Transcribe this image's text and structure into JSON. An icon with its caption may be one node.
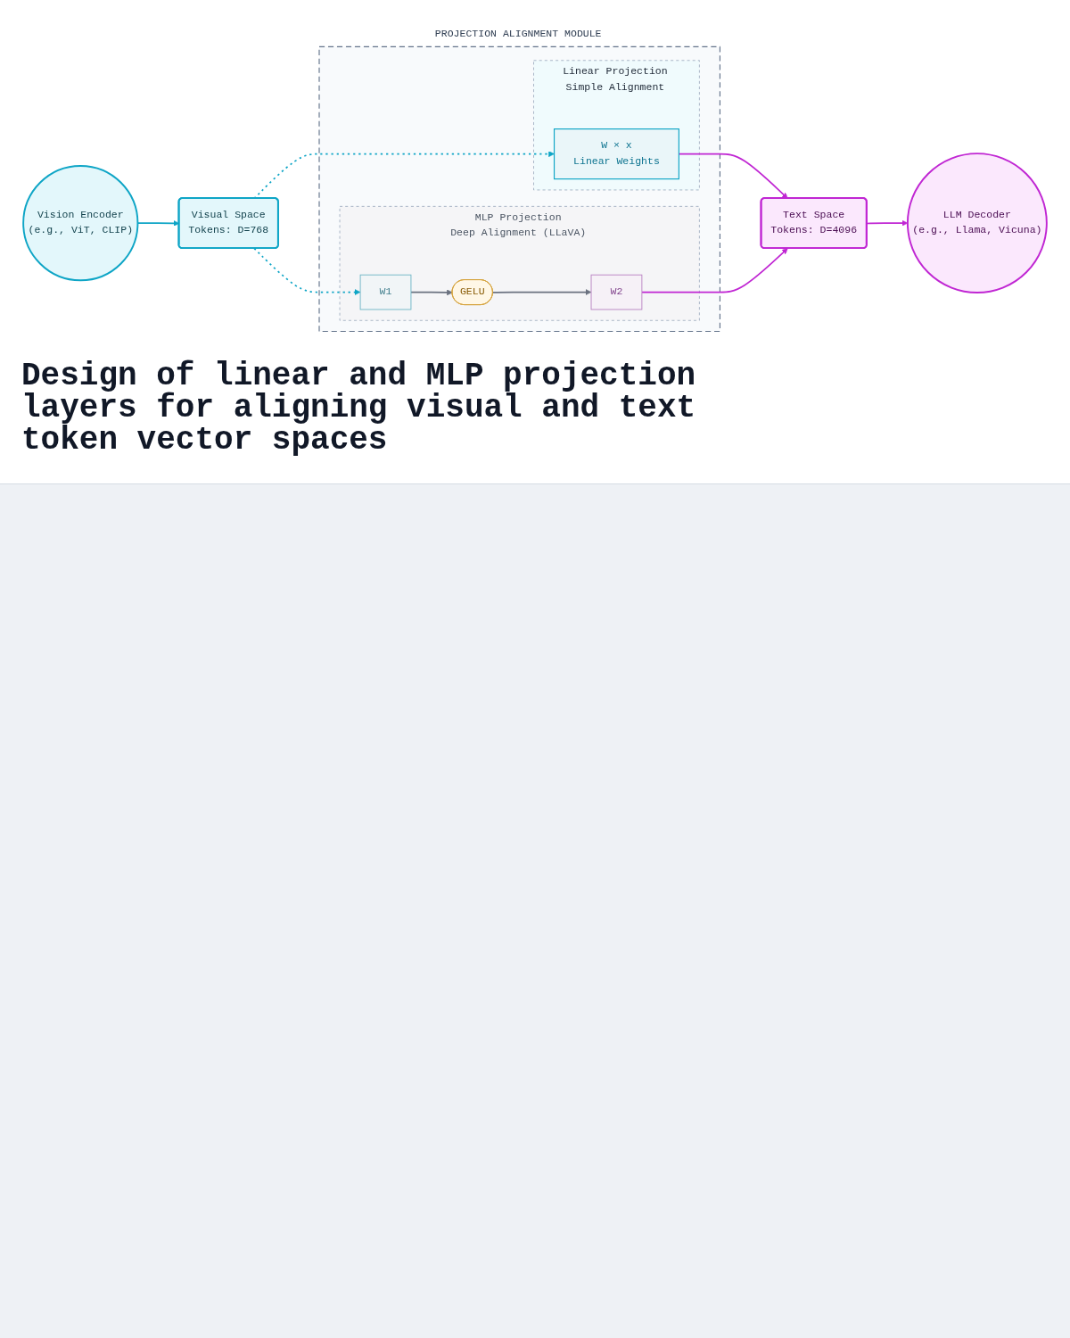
{
  "diagram": {
    "title": "Design of linear and MLP projection layers for aligning visual and text token vector spaces",
    "nodes": [
      {
        "text": [
          "Vision Encoder",
          "(e.g., ViT, CLIP)"
        ]
      },
      {
        "text": [
          "Visual Space",
          "Tokens: D=768"
        ]
      },
      {
        "text": [
          "PROJECTION ALIGNMENT MODULE"
        ]
      },
      {
        "text": [
          "Linear Projection",
          "Simple Alignment"
        ],
        "in": 2
      },
      {
        "text": [
          "W × x",
          "Linear Weights"
        ],
        "in": 3
      },
      {
        "text": [
          "MLP Projection",
          "Deep Alignment (LLaVA)"
        ],
        "in": 2
      },
      {
        "text": [
          "W1"
        ],
        "in": 5
      },
      {
        "text": [
          "GELU"
        ],
        "in": 5
      },
      {
        "text": [
          "W2"
        ],
        "in": 5
      },
      {
        "text": [
          "Text Space",
          "Tokens: D=4096"
        ]
      },
      {
        "text": [
          "LLM Decoder",
          "(e.g., Llama, Vicuna)"
        ]
      }
    ],
    "edges": [
      {
        "from": 0,
        "to": 1,
        "arrow": "to",
        "color": "#0ea5c6"
      },
      {
        "from": 1,
        "to": 4,
        "arrow": "to",
        "style": "dashed",
        "color": "#0ea5c6"
      },
      {
        "from": 1,
        "to": 6,
        "arrow": "to",
        "style": "dashed",
        "color": "#0ea5c6"
      },
      {
        "from": 6,
        "to": 7,
        "arrow": "to",
        "color": "#6b7280"
      },
      {
        "from": 7,
        "to": 8,
        "arrow": "to",
        "color": "#6b7280"
      },
      {
        "from": 4,
        "to": 9,
        "arrow": "to",
        "color": "#c026d3"
      },
      {
        "from": 8,
        "to": 9,
        "arrow": "to",
        "color": "#c026d3"
      },
      {
        "from": 9,
        "to": 10,
        "arrow": "to",
        "color": "#c026d3"
      }
    ]
  }
}
